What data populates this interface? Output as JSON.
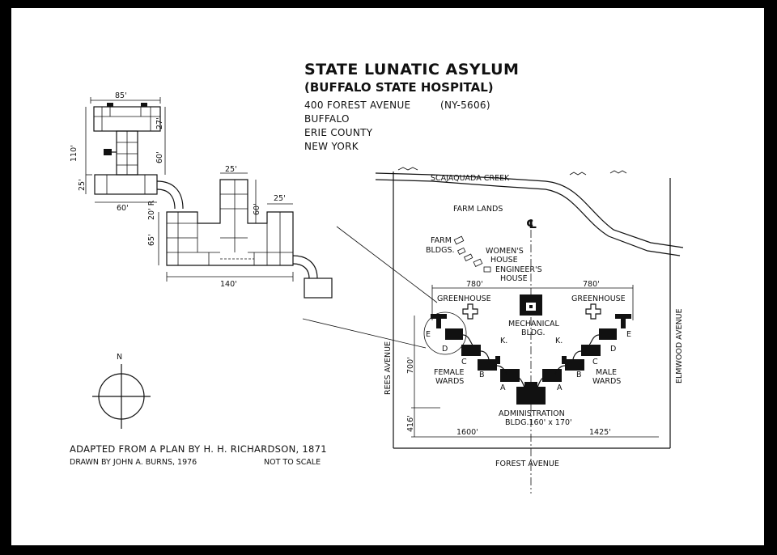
{
  "title": {
    "main": "STATE LUNATIC ASYLUM",
    "sub": "(BUFFALO STATE HOSPITAL)",
    "address": "400 FOREST AVENUE",
    "code": "(NY-5606)",
    "city": "BUFFALO",
    "county": "ERIE COUNTY",
    "state": "NEW YORK"
  },
  "credits": {
    "adapted": "ADAPTED FROM A PLAN BY H. H. RICHARDSON, 1871",
    "drawn": "DRAWN BY JOHN A. BURNS, 1976",
    "scale": "NOT TO SCALE"
  },
  "compass": {
    "north": "N"
  },
  "detail_dims": {
    "top_width": "85'",
    "top_depth": "27'",
    "overall_depth": "110'",
    "stem_depth": "60'",
    "base_depth": "25'",
    "base_width": "60'",
    "radius": "20' R",
    "wing_width": "25'",
    "wing_depth": "60'",
    "end_width": "25'",
    "lower_depth": "65'",
    "lower_width": "140'"
  },
  "site": {
    "creek": "SCAJAQUADA CREEK",
    "farm_lands": "FARM LANDS",
    "farm_bldgs": [
      "FARM",
      "BLDGS."
    ],
    "womens_house": [
      "WOMEN'S",
      "HOUSE"
    ],
    "engineers_house": [
      "ENGINEER'S",
      "HOUSE"
    ],
    "centerline": "℄",
    "left_span": "780'",
    "right_span": "780'",
    "greenhouse_left": "GREENHOUSE",
    "greenhouse_right": "GREENHOUSE",
    "mechanical": [
      "MECHANICAL",
      "BLDG."
    ],
    "female_wards": [
      "FEMALE",
      "WARDS"
    ],
    "male_wards": [
      "MALE",
      "WARDS"
    ],
    "administration": [
      "ADMINISTRATION",
      "BLDG.160' x 170'"
    ],
    "rees_avenue": "REES AVENUE",
    "elmwood_avenue": "ELMWOOD AVENUE",
    "forest_avenue": "FOREST AVENUE",
    "depth_700": "700'",
    "depth_416": "416'",
    "front_left": "1600'",
    "front_right": "1425'",
    "ward_letters": {
      "a": "A",
      "b": "B",
      "c": "C",
      "d": "D",
      "e": "E",
      "k": "K."
    }
  }
}
